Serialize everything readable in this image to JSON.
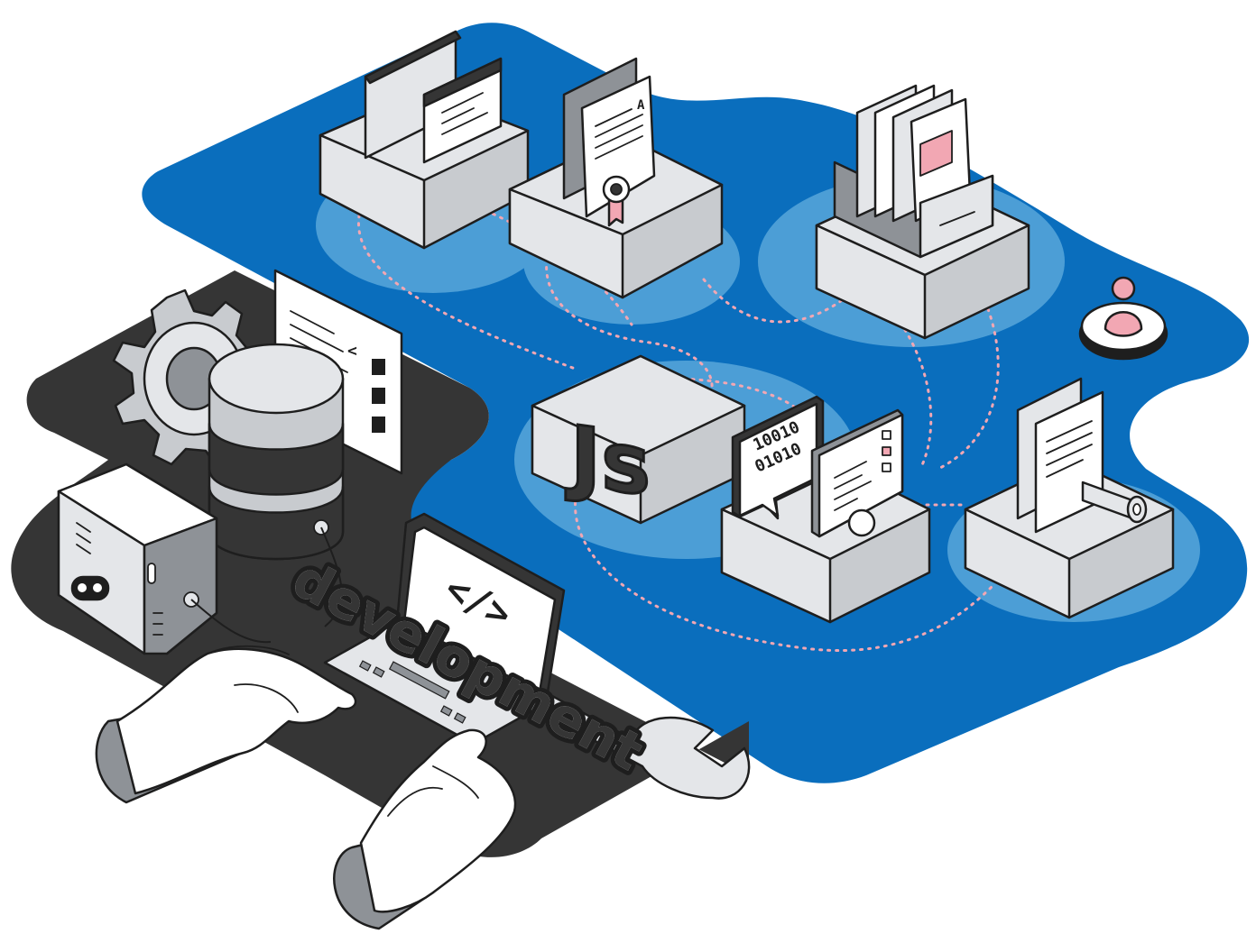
{
  "illustration": {
    "wordmark": "development",
    "js_badge": "Js",
    "binary_line_1": "10010",
    "binary_line_2": "01010",
    "code_tag": "</>",
    "doc_badge": "A",
    "angle_glyph": "<"
  },
  "colors": {
    "platform_blue": "#0A6EBD",
    "halo_blue": "#4C9ED6",
    "dark_platform": "#353535",
    "box_light": "#E4E6E9",
    "box_side": "#C8CBCF",
    "accent_pink": "#F2A7B3",
    "outline": "#1E1E1E"
  },
  "icons": [
    "gear-icon",
    "database-icon",
    "server-icon",
    "laptop-icon",
    "code-icon",
    "wrench-icon",
    "certificate-icon",
    "document-icon",
    "folder-icon",
    "user-icon",
    "js-icon",
    "chat-icon"
  ]
}
